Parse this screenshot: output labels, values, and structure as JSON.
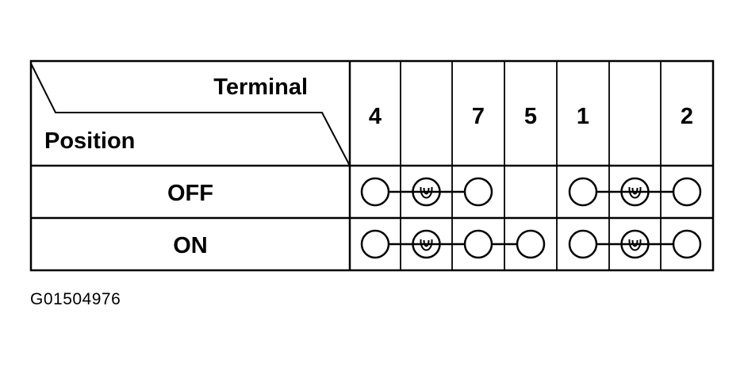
{
  "header": {
    "terminal_label": "Terminal",
    "position_label": "Position"
  },
  "columns": [
    {
      "label": "4",
      "connects_to_next": true
    },
    {
      "label": "",
      "is_bulb": true,
      "connects_to_next": true
    },
    {
      "label": "7",
      "connects_to_next": false
    },
    {
      "label": "5",
      "connects_to_next": false
    },
    {
      "label": "1",
      "connects_to_next": true
    },
    {
      "label": "",
      "is_bulb": true,
      "connects_to_next": true
    },
    {
      "label": "2",
      "connects_to_next": false
    }
  ],
  "rows": [
    {
      "label": "OFF",
      "cells": [
        true,
        true,
        true,
        false,
        true,
        true,
        true
      ],
      "links": [
        [
          0,
          2
        ],
        [
          4,
          6
        ]
      ]
    },
    {
      "label": "ON",
      "cells": [
        true,
        true,
        true,
        true,
        true,
        true,
        true
      ],
      "links": [
        [
          0,
          3
        ],
        [
          4,
          6
        ]
      ]
    }
  ],
  "caption": "G01504976"
}
